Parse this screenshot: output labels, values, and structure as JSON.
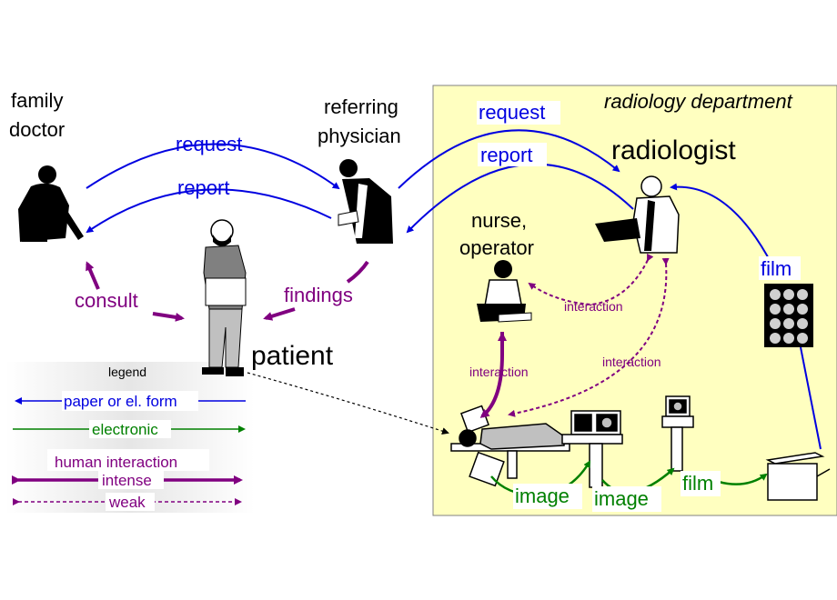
{
  "colors": {
    "paper_form": "#0000e0",
    "electronic": "#008000",
    "human": "#800080",
    "department_bg": "#ffffc0",
    "text": "#000000"
  },
  "actors": {
    "family_doctor": [
      "family",
      "doctor"
    ],
    "referring_physician": [
      "referring",
      "physician"
    ],
    "radiologist": "radiologist",
    "nurse_operator": [
      "nurse,",
      "operator"
    ],
    "patient": "patient"
  },
  "department": {
    "title": "radiology department"
  },
  "flows": {
    "request_left": "request",
    "report_left": "report",
    "request_right": "request",
    "report_right": "report",
    "consult": "consult",
    "findings": "findings",
    "film_top": "film",
    "interaction_nurse_rad": "interaction",
    "interaction_nurse_patient": "interaction",
    "interaction_rad_patient": "interaction",
    "image_1": "image",
    "image_2": "image",
    "film_bottom": "film"
  },
  "legend": {
    "title": "legend",
    "paper": "paper or el. form",
    "electronic": "electronic",
    "human": "human interaction",
    "intense": "intense",
    "weak": "weak"
  }
}
